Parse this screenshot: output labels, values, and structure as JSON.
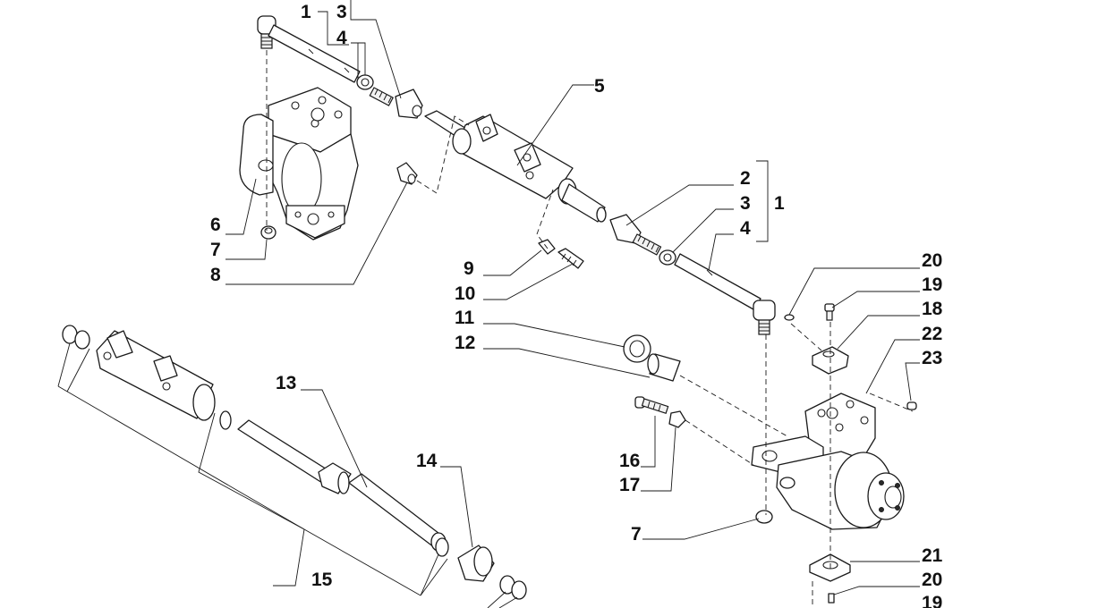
{
  "callouts": [
    {
      "id": "c1a",
      "label": "1"
    },
    {
      "id": "c3a",
      "label": "3"
    },
    {
      "id": "c4a",
      "label": "4"
    },
    {
      "id": "c5",
      "label": "5"
    },
    {
      "id": "c6",
      "label": "6"
    },
    {
      "id": "c7a",
      "label": "7"
    },
    {
      "id": "c8",
      "label": "8"
    },
    {
      "id": "c2",
      "label": "2"
    },
    {
      "id": "c3b",
      "label": "3"
    },
    {
      "id": "c1b",
      "label": "1"
    },
    {
      "id": "c4b",
      "label": "4"
    },
    {
      "id": "c9",
      "label": "9"
    },
    {
      "id": "c10",
      "label": "10"
    },
    {
      "id": "c11",
      "label": "11"
    },
    {
      "id": "c12",
      "label": "12"
    },
    {
      "id": "c20a",
      "label": "20"
    },
    {
      "id": "c19a",
      "label": "19"
    },
    {
      "id": "c18",
      "label": "18"
    },
    {
      "id": "c22",
      "label": "22"
    },
    {
      "id": "c23",
      "label": "23"
    },
    {
      "id": "c13",
      "label": "13"
    },
    {
      "id": "c14",
      "label": "14"
    },
    {
      "id": "c16",
      "label": "16"
    },
    {
      "id": "c17",
      "label": "17"
    },
    {
      "id": "c7b",
      "label": "7"
    },
    {
      "id": "c15",
      "label": "15"
    },
    {
      "id": "c21",
      "label": "21"
    },
    {
      "id": "c20b",
      "label": "20"
    },
    {
      "id": "c19b",
      "label": "19"
    }
  ]
}
